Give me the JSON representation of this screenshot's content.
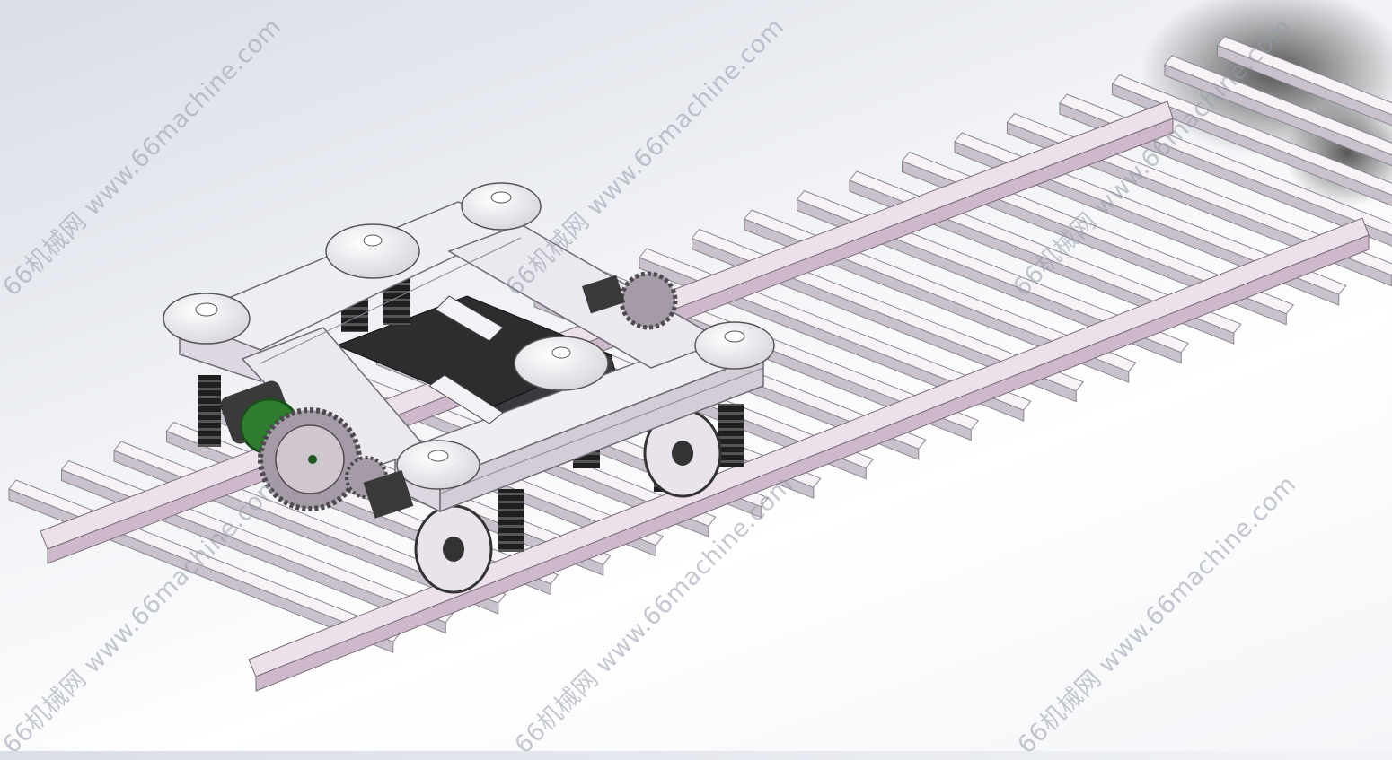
{
  "scene": {
    "subject": "rail-inspection-robot-cad-render",
    "colors": {
      "rail_top": "#ece0ea",
      "rail_side": "#cdb9cb",
      "sleeper_top": "#f6f2f6",
      "sleeper_side": "#c9c2cc",
      "frame": "#f1eef3",
      "frame_edge": "#6d6a74",
      "spring": "#2a2a2c",
      "gear": "#a59ba6",
      "motor": "#2f7d2f",
      "plate": "#2d2d30"
    }
  },
  "watermarks": [
    {
      "text": "66机械网 www.66machine.com"
    },
    {
      "text": "66机械网 www.66machine.com"
    },
    {
      "text": "66机械网 www.66machine.com"
    },
    {
      "text": "66机械网 www.66machine.com"
    },
    {
      "text": "66机械网 www.66machine.com"
    },
    {
      "text": "66机械网 www.66machine.com"
    }
  ]
}
